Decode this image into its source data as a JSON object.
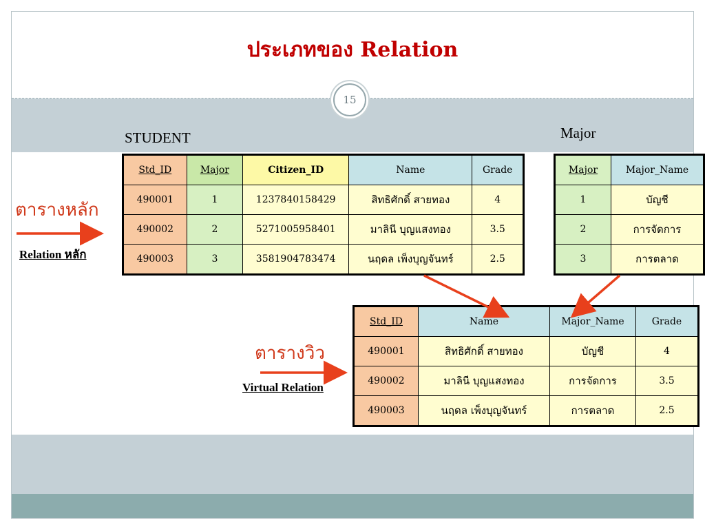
{
  "slide": {
    "title": "ประเภทของ Relation",
    "page_number": "15"
  },
  "labels": {
    "student": "STUDENT",
    "major": "Major",
    "main_table_thai": "ตารางหลัก",
    "main_relation": "Relation หลัก",
    "view_table_thai": "ตารางวิว",
    "virtual_relation": "Virtual Relation"
  },
  "student_table": {
    "headers": [
      "Std_ID",
      "Major",
      "Citizen_ID",
      "Name",
      "Grade"
    ],
    "rows": [
      [
        "490001",
        "1",
        "1237840158429",
        "สิทธิศักดิ์  สายทอง",
        "4"
      ],
      [
        "490002",
        "2",
        "5271005958401",
        "มาลินี  บุญแสงทอง",
        "3.5"
      ],
      [
        "490003",
        "3",
        "3581904783474",
        "นฤดล เพ็งบุญจันทร์",
        "2.5"
      ]
    ]
  },
  "major_table": {
    "headers": [
      "Major",
      "Major_Name"
    ],
    "rows": [
      [
        "1",
        "บัญชี"
      ],
      [
        "2",
        "การจัดการ"
      ],
      [
        "3",
        "การตลาด"
      ]
    ]
  },
  "view_table": {
    "headers": [
      "Std_ID",
      "Name",
      "Major_Name",
      "Grade"
    ],
    "rows": [
      [
        "490001",
        "สิทธิศักดิ์  สายทอง",
        "บัญชี",
        "4"
      ],
      [
        "490002",
        "มาลินี  บุญแสงทอง",
        "การจัดการ",
        "3.5"
      ],
      [
        "490003",
        "นฤดล เพ็งบุญจันทร์",
        "การตลาด",
        "2.5"
      ]
    ]
  },
  "colors": {
    "title": "#c00000",
    "arrow": "#e8401c",
    "band": "#c4d0d6",
    "footer": "#8cacad"
  }
}
